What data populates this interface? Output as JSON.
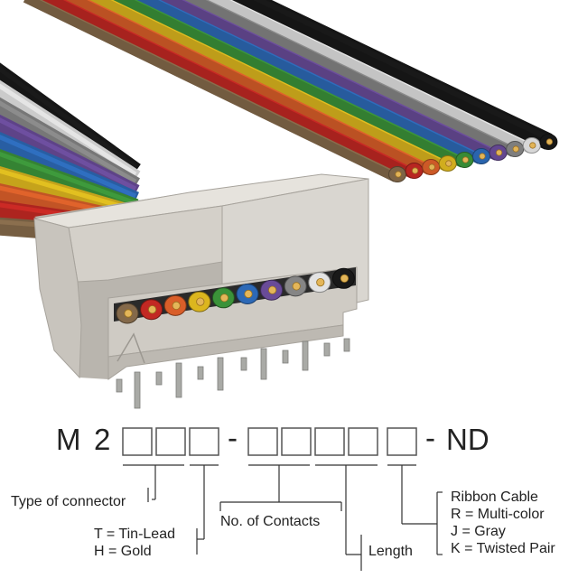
{
  "part_number": {
    "prefix_m": "M",
    "prefix_2": "2",
    "dash1": "-",
    "dash2": "-",
    "suffix": "ND"
  },
  "labels": {
    "type_of_connector": "Type of connector",
    "tin_lead": "T = Tin-Lead",
    "gold": "H = Gold",
    "no_of_contacts": "No. of Contacts",
    "length": "Length",
    "ribbon_cable": "Ribbon Cable",
    "multi_color": "R = Multi-color",
    "gray": "J = Gray",
    "twisted_pair": "K = Twisted Pair"
  },
  "colors": {
    "brown": "#8b6f4e",
    "red": "#cc2a25",
    "orange": "#e4632b",
    "yellow": "#e8c020",
    "green": "#3e9a3c",
    "blue": "#2f6fc0",
    "violet": "#6e4fa0",
    "gray": "#8c8c8c",
    "white": "#efefef",
    "black": "#1a1a1a",
    "connector_body": "#d9d6d0",
    "connector_shadow": "#b9b5ae",
    "pin": "#a9aaa6"
  }
}
